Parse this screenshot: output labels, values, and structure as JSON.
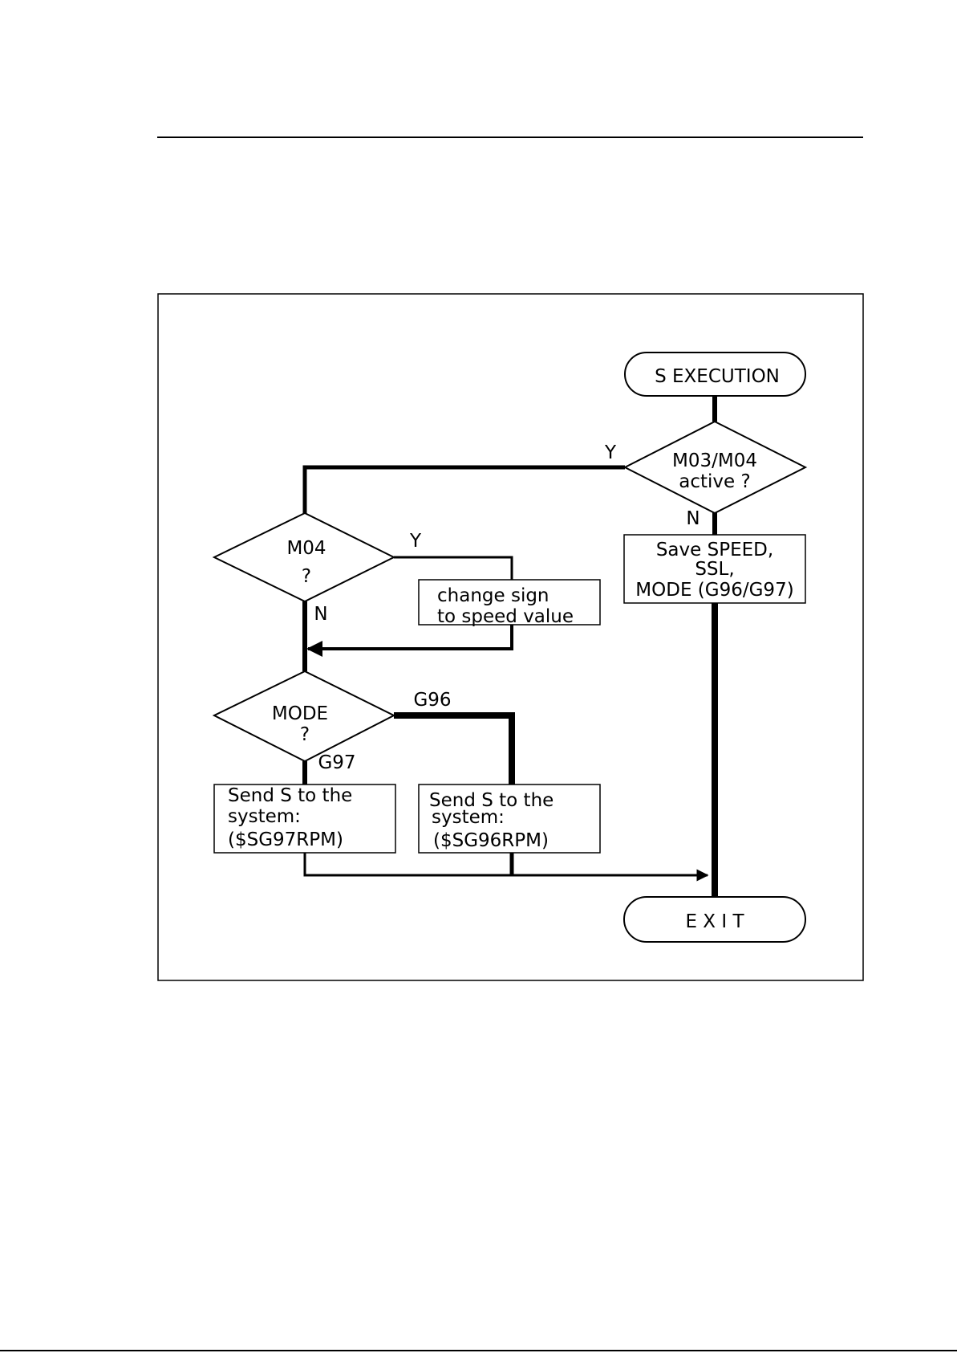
{
  "flowchart": {
    "start": "S EXECUTION",
    "decision_m03_m04": {
      "line1": "M03/M04",
      "line2": "active ?",
      "yes_label": "Y",
      "no_label": "N"
    },
    "save_box": {
      "line1": "Save SPEED,",
      "line2": "SSL,",
      "line3": "MODE (G96/G97)"
    },
    "decision_m04": {
      "line1": "M04",
      "line2": "?",
      "yes_label": "Y",
      "no_label": "N"
    },
    "change_sign_box": {
      "line1": "change sign",
      "line2": "to speed value"
    },
    "decision_mode": {
      "line1": "MODE",
      "line2": "?",
      "g96_label": "G96",
      "g97_label": "G97"
    },
    "send_g97_box": {
      "line1": "Send S to the",
      "line2": "system:",
      "line3": "($SG97RPM)"
    },
    "send_g96_box": {
      "line1": "Send S to the",
      "line2": "system:",
      "line3": "($SG96RPM)"
    },
    "end": "E X I T"
  }
}
